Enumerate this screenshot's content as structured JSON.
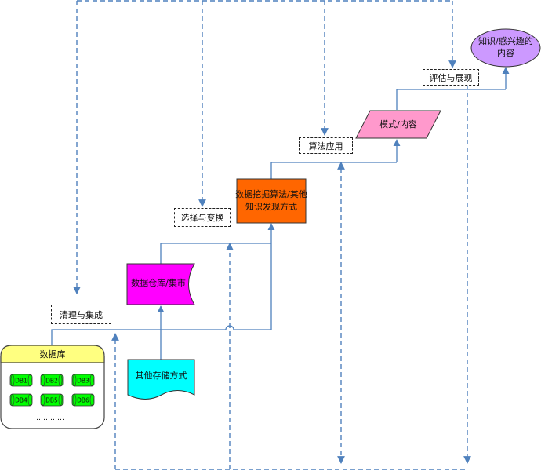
{
  "diagram": {
    "nodes": {
      "database": {
        "title": "数据库",
        "items": [
          "DB1",
          "DB2",
          "DB3",
          "DB4",
          "DB5",
          "DB6"
        ],
        "ellipsis": "…………"
      },
      "clean": "清理与集成",
      "warehouse": "数据仓库/集市",
      "other_storage": "其他存储方式",
      "select": "选择与变换",
      "mining": {
        "line1": "数据挖掘算法/其他",
        "line2": "知识发现方式"
      },
      "apply": "算法应用",
      "pattern": "模式/内容",
      "evaluate": "评估与展现",
      "knowledge": {
        "line1": "知识/感兴趣的",
        "line2": "内容"
      }
    },
    "colors": {
      "database_header": "#ffff80",
      "db_cylinder": "#00ff00",
      "warehouse": "#ff00ff",
      "other_storage": "#00ffff",
      "mining": "#ff6600",
      "pattern": "#ff99cc",
      "knowledge": "#cc99ff",
      "flow_line": "#4f81bd"
    }
  }
}
